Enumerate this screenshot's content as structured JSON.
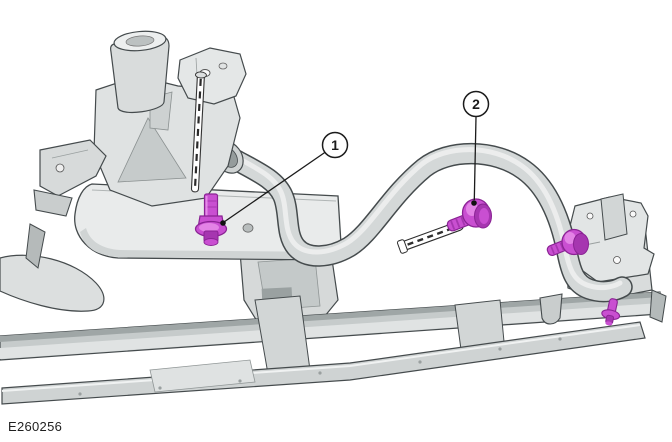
{
  "figure": {
    "id_label": "E260256",
    "callouts": [
      {
        "number": "1"
      },
      {
        "number": "2"
      }
    ],
    "colors": {
      "highlight_magenta": "#c94fd1",
      "highlight_magenta_dark": "#8a2394",
      "highlight_magenta_deep": "#a636b0",
      "highlight_magenta_light": "#ee9af0",
      "part_fill_light": "#e9ebeb",
      "part_fill_mid": "#c9cdcd",
      "part_outline": "#454b4d",
      "callout_ink": "#1b1b1b",
      "background": "#ffffff"
    },
    "icons": [
      {
        "name": "highlighted-bolt-1-icon"
      },
      {
        "name": "highlighted-bolt-2-icon"
      },
      {
        "name": "highlighted-bolt-right-icon"
      },
      {
        "name": "highlighted-bolt-small-icon"
      },
      {
        "name": "bolt-path-dashed-vertical-icon"
      },
      {
        "name": "bolt-path-dashed-stud-icon"
      }
    ]
  }
}
